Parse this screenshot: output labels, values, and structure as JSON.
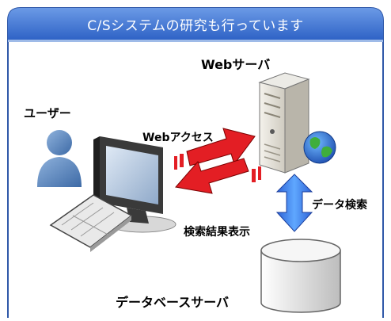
{
  "title": "C/Sシステムの研究も行っています",
  "nodes": {
    "user": "ユーザー",
    "web_server": "Webサーバ",
    "db_server": "データベースサーバ"
  },
  "edges": {
    "web_access": "Webアクセス",
    "search_result": "検索結果表示",
    "data_search": "データ検索"
  }
}
